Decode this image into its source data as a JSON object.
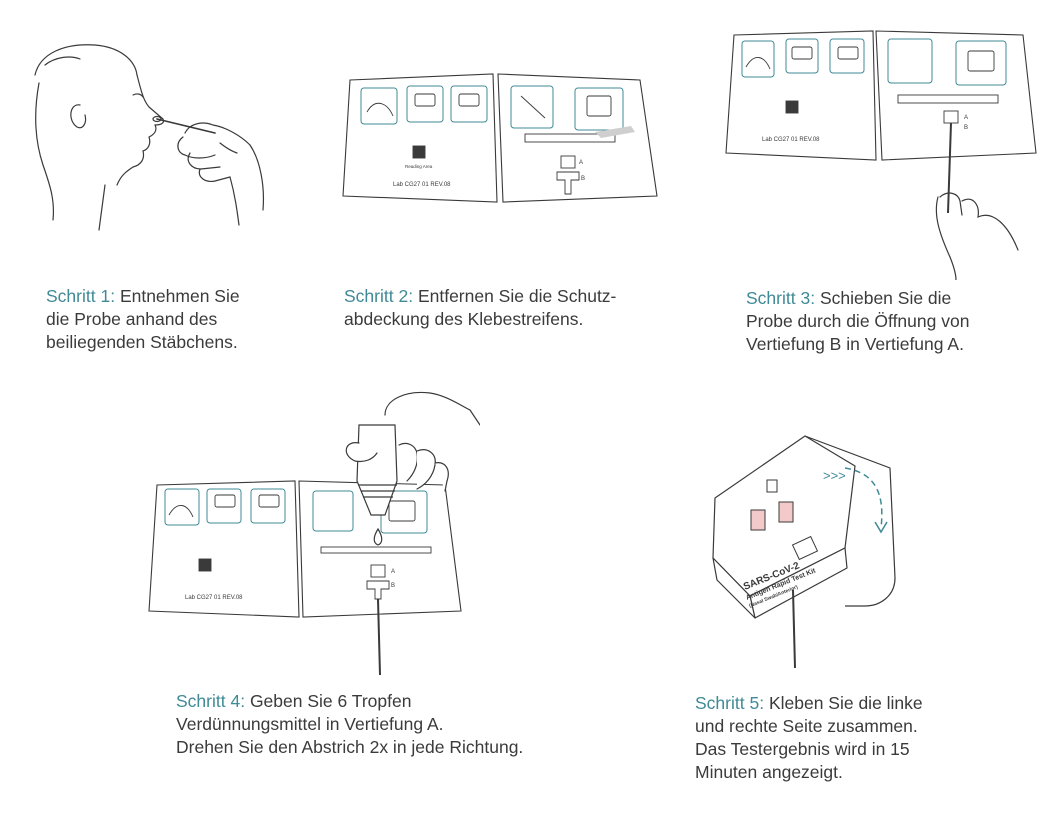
{
  "steps": [
    {
      "label": "Schritt 1:",
      "lines": [
        "Entnehmen Sie",
        "die Probe anhand des",
        "beiliegenden Stäbchens."
      ]
    },
    {
      "label": "Schritt 2:",
      "lines": [
        "Entfernen Sie die Schutz-",
        "abdeckung des Klebestreifens."
      ]
    },
    {
      "label": "Schritt 3:",
      "lines": [
        "Schieben Sie die",
        "Probe durch die Öffnung von",
        "Vertiefung B in Vertiefung A."
      ]
    },
    {
      "label": "Schritt 4:",
      "lines": [
        "Geben Sie 6 Tropfen",
        "Verdünnungsmittel in Vertiefung A.",
        "Drehen Sie den Abstrich 2x in jede Richtung."
      ]
    },
    {
      "label": "Schritt 5:",
      "lines": [
        "Kleben Sie die linke",
        "und rechte Seite zusammen.",
        "Das Testergebnis wird in 15",
        "Minuten angezeigt."
      ]
    }
  ],
  "card": {
    "lot_text": "Lab CG27 01 REV.08",
    "reading_area": "Reading Area",
    "well_a": "A",
    "well_b": "B"
  },
  "device": {
    "title_line1": "SARS-CoV-2",
    "title_line2": "Antigen Rapid Test Kit",
    "title_line3": "(Nasal Swab/Anterior)",
    "arrows": ">>>"
  },
  "colors": {
    "accent": "#3f8a96",
    "text": "#3b3b3b",
    "line": "#3a3a3a"
  }
}
